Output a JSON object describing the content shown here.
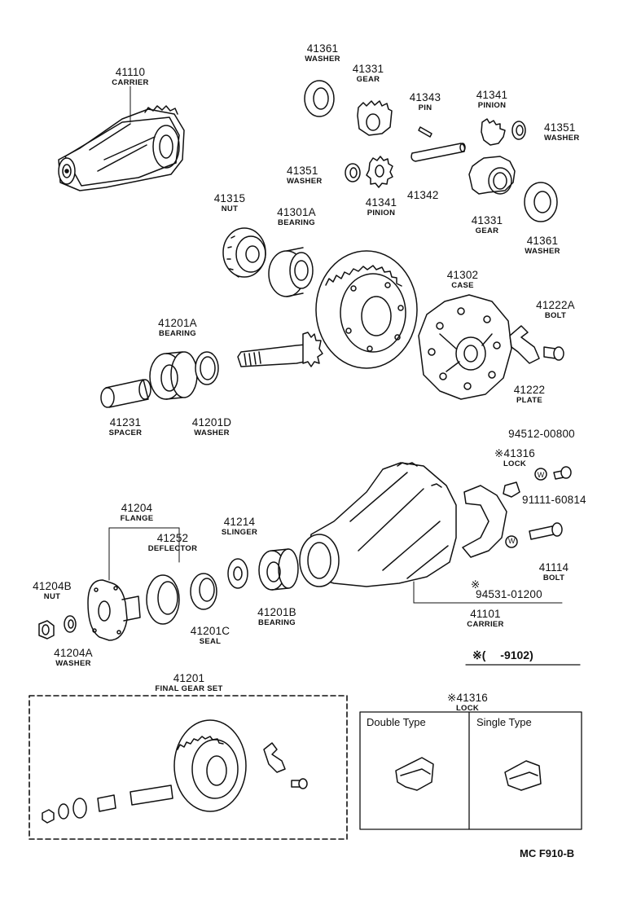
{
  "parts": {
    "p41110": {
      "number": "41110",
      "name": "CARRIER"
    },
    "p41361a": {
      "number": "41361",
      "name": "WASHER"
    },
    "p41331a": {
      "number": "41331",
      "name": "GEAR"
    },
    "p41343": {
      "number": "41343",
      "name": "PIN"
    },
    "p41341a": {
      "number": "41341",
      "name": "PINION"
    },
    "p41351a": {
      "number": "41351",
      "name": "WASHER"
    },
    "p41351b": {
      "number": "41351",
      "name": "WASHER"
    },
    "p41342": {
      "number": "41342"
    },
    "p41341b": {
      "number": "41341",
      "name": "PINION"
    },
    "p41331b": {
      "number": "41331",
      "name": "GEAR"
    },
    "p41361b": {
      "number": "41361",
      "name": "WASHER"
    },
    "p41315": {
      "number": "41315",
      "name": "NUT"
    },
    "p41301A": {
      "number": "41301A",
      "name": "BEARING"
    },
    "p41302": {
      "number": "41302",
      "name": "CASE"
    },
    "p41222A": {
      "number": "41222A",
      "name": "BOLT"
    },
    "p41201A": {
      "number": "41201A",
      "name": "BEARING"
    },
    "p41222": {
      "number": "41222",
      "name": "PLATE"
    },
    "p41231": {
      "number": "41231",
      "name": "SPACER"
    },
    "p41201D": {
      "number": "41201D",
      "name": "WASHER"
    },
    "p94512": {
      "number": "94512-00800"
    },
    "p41316a": {
      "number": "※41316",
      "name": "LOCK"
    },
    "p91111": {
      "number": "91111-60814"
    },
    "p41204": {
      "number": "41204",
      "name": "FLANGE"
    },
    "p41252": {
      "number": "41252",
      "name": "DEFLECTOR"
    },
    "p41214": {
      "number": "41214",
      "name": "SLINGER"
    },
    "p41114": {
      "number": "41114",
      "name": "BOLT"
    },
    "p41204B": {
      "number": "41204B",
      "name": "NUT"
    },
    "p41201C": {
      "number": "41201C",
      "name": "SEAL"
    },
    "p41201B": {
      "number": "41201B",
      "name": "BEARING"
    },
    "p94531": {
      "number": "94531-01200"
    },
    "p41101": {
      "number": "41101",
      "name": "CARRIER"
    },
    "p41204A": {
      "number": "41204A",
      "name": "WASHER"
    },
    "p41201": {
      "number": "41201",
      "name": "FINAL GEAR SET"
    },
    "p41316b": {
      "number": "※41316",
      "name": "LOCK"
    }
  },
  "marks": {
    "asterisk": "※",
    "w_symbol": "W"
  },
  "note": "※(　 -9102)",
  "lock_table": {
    "col1": "Double Type",
    "col2": "Single Type"
  },
  "diagram_code": "MC  F910-B"
}
